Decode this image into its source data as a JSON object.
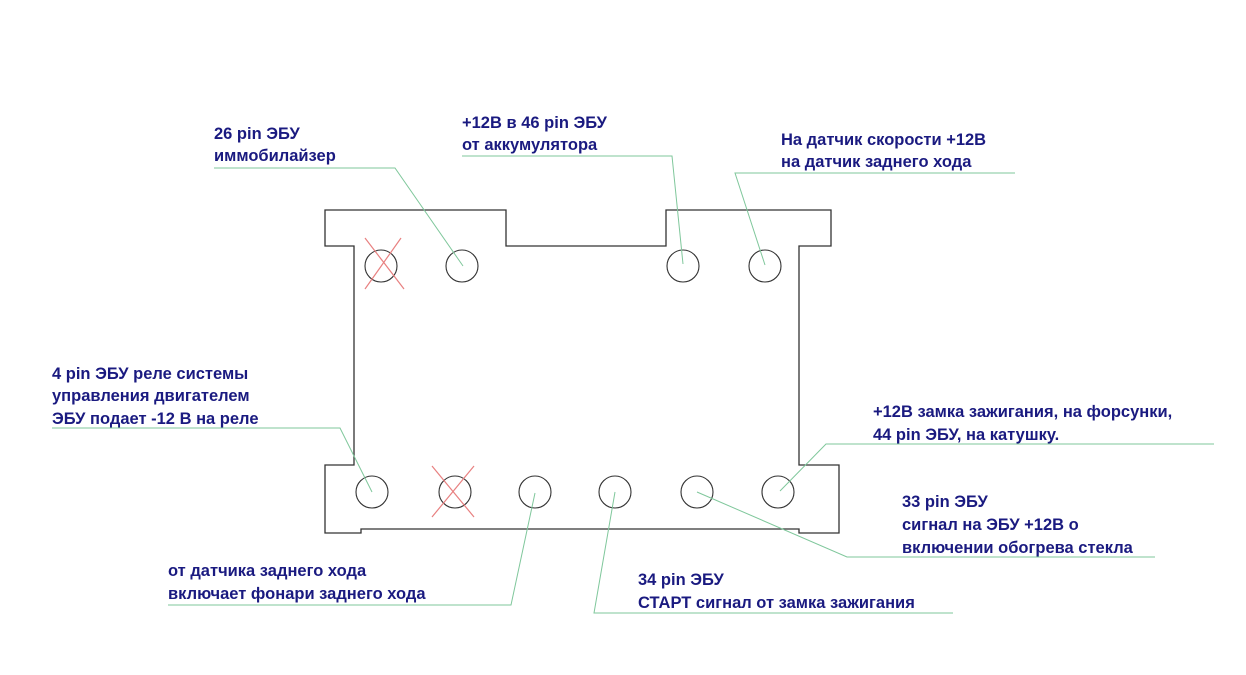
{
  "colors": {
    "label": "#1a1a80",
    "leader": "#7fc79b",
    "outline": "#333333",
    "cross": "#e88080",
    "background": "#ffffff"
  },
  "pins": {
    "top_row": [
      {
        "id": "top-1",
        "status": "crossed"
      },
      {
        "id": "top-2",
        "status": "active"
      },
      {
        "id": "top-3",
        "status": "active"
      },
      {
        "id": "top-4",
        "status": "active"
      }
    ],
    "bottom_row": [
      {
        "id": "bottom-1",
        "status": "active"
      },
      {
        "id": "bottom-2",
        "status": "crossed"
      },
      {
        "id": "bottom-3",
        "status": "active"
      },
      {
        "id": "bottom-4",
        "status": "active"
      },
      {
        "id": "bottom-5",
        "status": "active"
      },
      {
        "id": "bottom-6",
        "status": "active"
      }
    ]
  },
  "labels": {
    "pin26": {
      "line1": "26 pin ЭБУ",
      "line2": "иммобилайзер"
    },
    "pin46": {
      "line1": "+12В в 46 pin ЭБУ",
      "line2": "от аккумулятора"
    },
    "speed": {
      "line1": "На датчик скорости +12В",
      "line2": "на датчик заднего хода"
    },
    "pin4": {
      "line1": "4 pin ЭБУ реле системы",
      "line2": "управления двигателем",
      "line3": "ЭБУ подает -12 В на реле"
    },
    "ignition": {
      "line1": "+12В замка зажигания, на форсунки,",
      "line2": "44 pin ЭБУ, на катушку."
    },
    "pin33": {
      "line1": "33 pin ЭБУ",
      "line2": "сигнал на ЭБУ +12В о",
      "line3": "включении обогрева стекла"
    },
    "reverse": {
      "line1": "от датчика заднего хода",
      "line2": "включает фонари заднего хода"
    },
    "pin34": {
      "line1": "34 pin ЭБУ",
      "line2": "СТАРТ сигнал от замка зажигания"
    }
  }
}
